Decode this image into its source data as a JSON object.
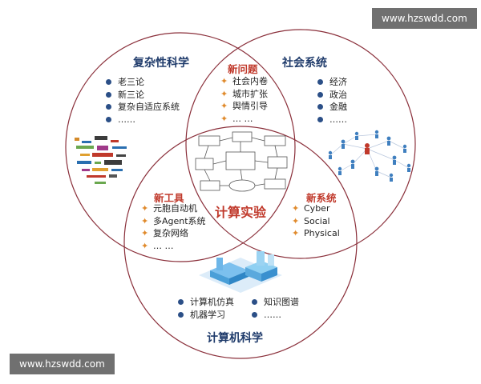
{
  "watermark_top": "www.hzswdd.com",
  "watermark_bottom": "www.hzswdd.com",
  "circle_complexity": {
    "title": "复杂性科学",
    "items": [
      "老三论",
      "新三论",
      "复杂自适应系统",
      "……"
    ]
  },
  "circle_social": {
    "title": "社会系统",
    "items": [
      "经济",
      "政治",
      "金融",
      "……"
    ]
  },
  "circle_computer": {
    "title": "计算机科学",
    "items_left": [
      "计算机仿真",
      "机器学习"
    ],
    "items_right": [
      "知识图谱",
      "……"
    ]
  },
  "overlap_new_problems": {
    "title": "新问题",
    "items": [
      "社会内卷",
      "城市扩张",
      "舆情引导",
      "… …"
    ]
  },
  "overlap_new_tools": {
    "title": "新工具",
    "items": [
      "元胞自动机",
      "多Agent系统",
      "复杂网络",
      "… …"
    ]
  },
  "overlap_new_systems": {
    "title": "新系统",
    "items": [
      "Cyber",
      "Social",
      "Physical"
    ]
  },
  "center": {
    "title": "计算实验"
  },
  "colors": {
    "circle_line": "#8a2f3a",
    "bullet": "#2b4f87",
    "star": "#e08a2c",
    "highlight_red": "#c0392b"
  }
}
